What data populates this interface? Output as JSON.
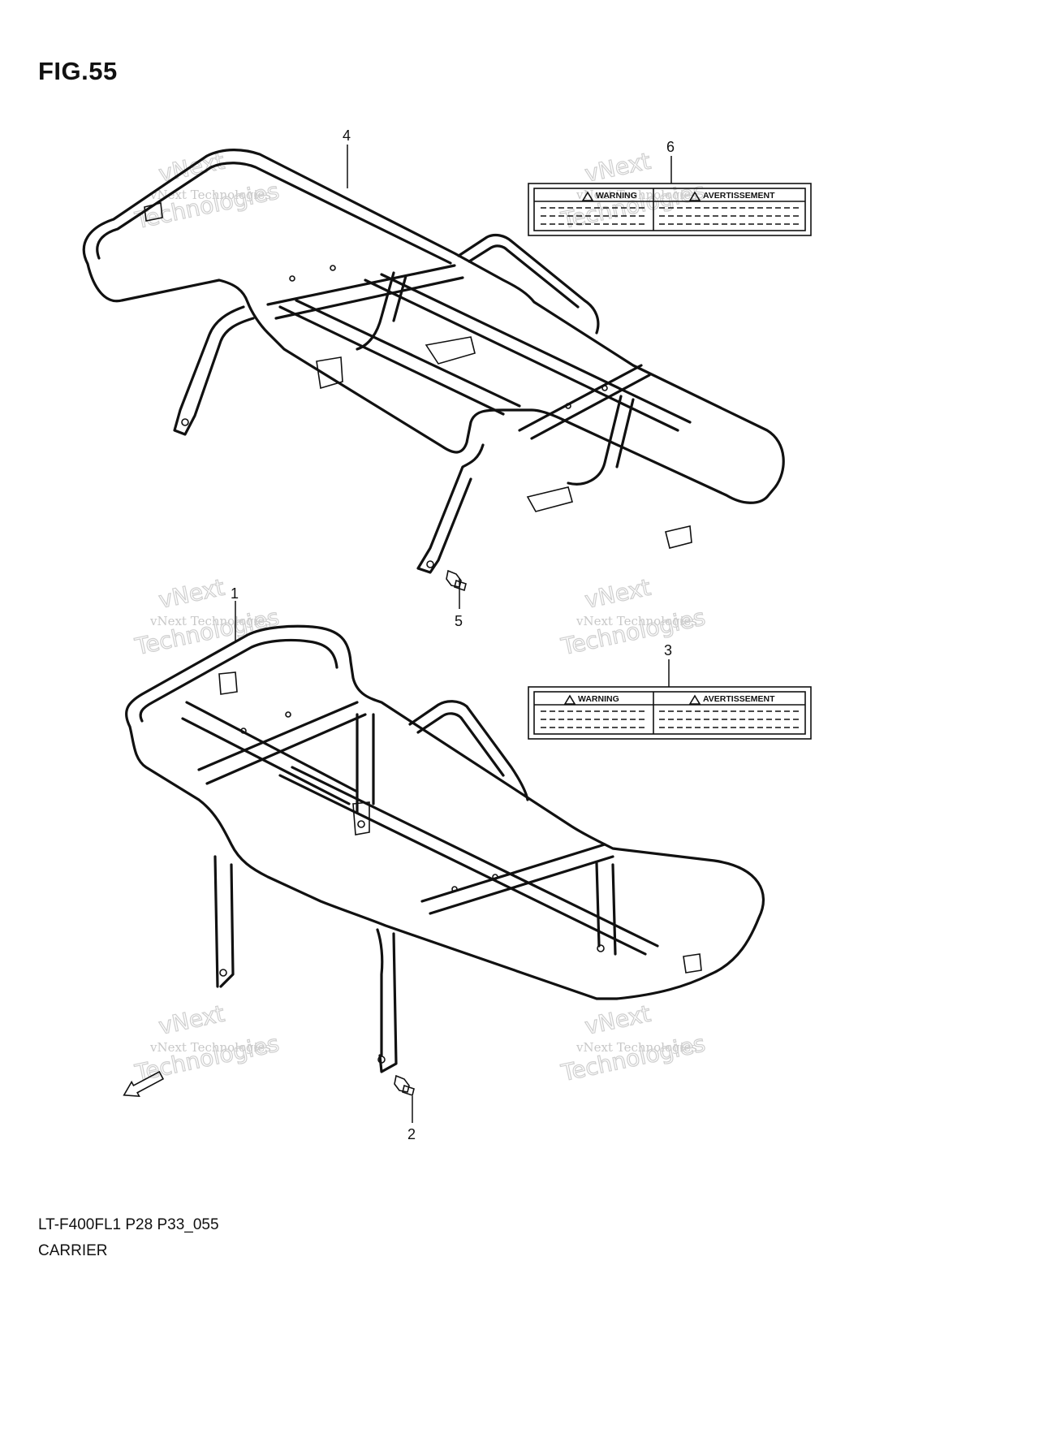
{
  "figure": {
    "title": "FIG.55"
  },
  "callouts": {
    "c1": "1",
    "c2": "2",
    "c3": "3",
    "c4": "4",
    "c5": "5",
    "c6": "6"
  },
  "labels": {
    "warning": "WARNING",
    "avertissement": "AVERTISSEMENT"
  },
  "direction": {
    "fwd": "FWD"
  },
  "watermark": {
    "line1": "vNext Technologies",
    "line2": "vNext",
    "line3": "Technologies"
  },
  "footer": {
    "code": "LT-F400FL1 P28 P33_055",
    "name": "CARRIER"
  }
}
